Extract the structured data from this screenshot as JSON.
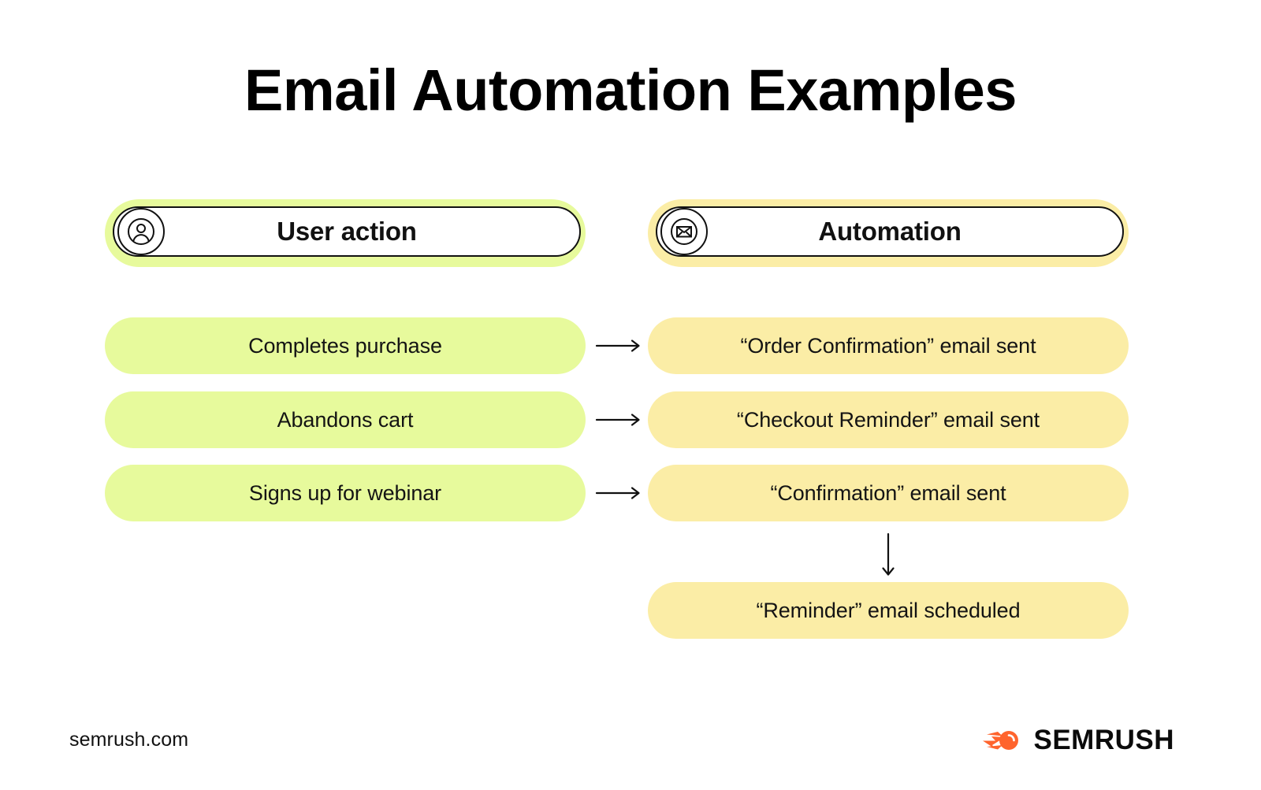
{
  "page": {
    "title": "Email Automation Examples",
    "background_color": "#ffffff"
  },
  "colors": {
    "lime": "#E7FA9C",
    "yellow": "#FBEDA6",
    "ink": "#111111",
    "brand_orange": "#FF642D"
  },
  "columns": [
    {
      "id": "user-action",
      "label": "User action",
      "icon": "user-icon",
      "accent": "#E7FA9C"
    },
    {
      "id": "automation",
      "label": "Automation",
      "icon": "envelope-icon",
      "accent": "#FBEDA6"
    }
  ],
  "rows": [
    {
      "action": "Completes purchase",
      "automation": "“Order Confirmation” email sent",
      "connector": "arrow-right-icon"
    },
    {
      "action": "Abandons cart",
      "automation": "“Checkout Reminder” email sent",
      "connector": "arrow-right-icon"
    },
    {
      "action": "Signs up for webinar",
      "automation": "“Confirmation” email sent",
      "connector": "arrow-right-icon"
    }
  ],
  "followup": {
    "connector": "arrow-down-icon",
    "automation": "“Reminder” email scheduled"
  },
  "footer": {
    "url": "semrush.com",
    "brand_name": "SEMRUSH",
    "brand_mark": "semrush-comet-icon"
  }
}
